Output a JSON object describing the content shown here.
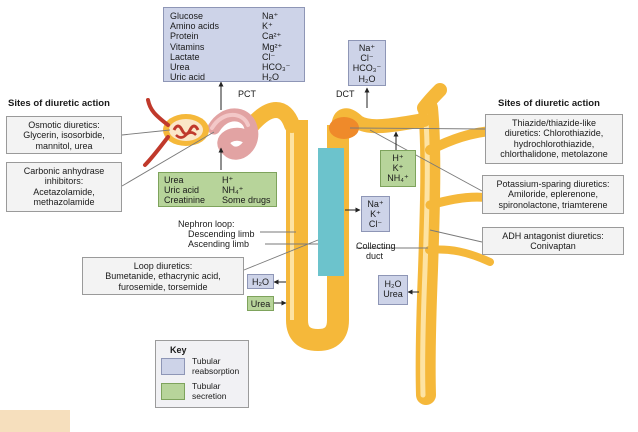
{
  "headings": {
    "left": "Sites of diuretic action",
    "right": "Sites of diuretic action"
  },
  "segments": {
    "pct": "PCT",
    "dct": "DCT",
    "nephron_loop": "Nephron loop:",
    "descending": "Descending limb",
    "ascending": "Ascending limb",
    "collecting_duct": [
      "Collecting",
      "duct"
    ]
  },
  "pct_reabsorption": {
    "col1": [
      "Glucose",
      "Amino acids",
      "Protein",
      "Vitamins",
      "Lactate",
      "Urea",
      "Uric acid"
    ],
    "col2": [
      "Na⁺",
      "K⁺",
      "Ca²⁺",
      "Mg²⁺",
      "Cl⁻",
      "HCO₃⁻",
      "H₂O"
    ]
  },
  "pct_secretion": {
    "col1": [
      "Urea",
      "Uric acid",
      "Creatinine"
    ],
    "col2": [
      "H⁺",
      "NH₄⁺",
      "Some drugs"
    ]
  },
  "dct_reabsorption": [
    "Na⁺",
    "Cl⁻",
    "HCO₃⁻",
    "H₂O"
  ],
  "dct_secretion": [
    "H⁺",
    "K⁺",
    "NH₄⁺"
  ],
  "ascending_reabsorption": [
    "Na⁺",
    "K⁺",
    "Cl⁻"
  ],
  "loop_h2o": "H₂O",
  "loop_urea": "Urea",
  "collecting_reabsorption": [
    "H₂O",
    "Urea"
  ],
  "left_notes": {
    "osmotic": [
      "Osmotic diuretics:",
      "Glycerin, isosorbide,",
      "mannitol, urea"
    ],
    "carbonic": [
      "Carbonic anhydrase",
      "inhibitors:",
      "Acetazolamide,",
      "methazolamide"
    ],
    "loop": [
      "Loop diuretics:",
      "Bumetanide, ethacrynic acid,",
      "furosemide, torsemide"
    ]
  },
  "right_notes": {
    "thiazide": [
      "Thiazide/thiazide-like",
      "diuretics: Chlorothiazide,",
      "hydrochlorothiazide,",
      "chlorthalidone, metolazone"
    ],
    "potassium": [
      "Potassium-sparing diuretics:",
      "Amiloride, eplerenone,",
      "spironolactone, triamterene"
    ],
    "adh": [
      "ADH antagonist diuretics:",
      "Conivaptan"
    ]
  },
  "key": {
    "title": "Key",
    "reabsorption": "Tubular\nreabsorption",
    "secretion": "Tubular\nsecretion"
  },
  "colors": {
    "tubule": "#f5b83a",
    "tubule_light": "#fde3a3",
    "glomerulus": "#e8c1b8",
    "pct": "#e2a3a3",
    "ascending_limb": "#6cc3cc",
    "dct_cap": "#ef8a2a",
    "arteriole": "#c0392b",
    "reabsorption_box": "#cdd3e8",
    "secretion_box": "#b7d49a"
  }
}
